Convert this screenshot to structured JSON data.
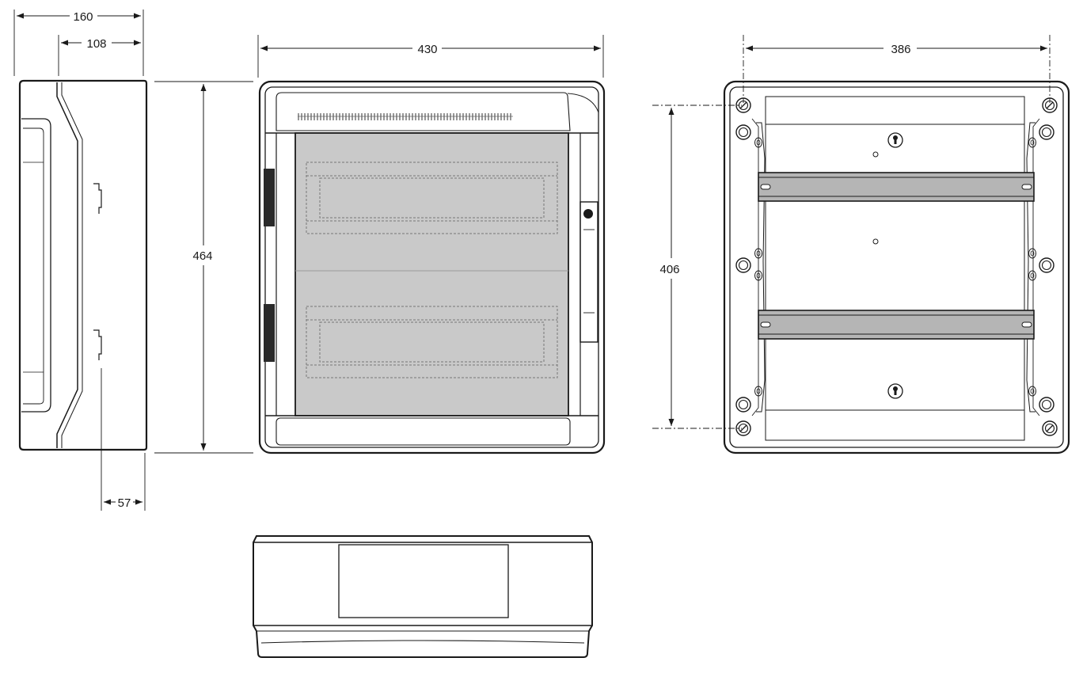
{
  "dimensions": {
    "side_depth": "160",
    "side_inner_depth": "108",
    "side_base_depth": "57",
    "front_width": "430",
    "front_height": "464",
    "back_mount_width": "386",
    "back_mount_height": "406"
  },
  "colors": {
    "line": "#1a1a1a",
    "window_tint": "#c9c9c9",
    "hinge": "#2a2a2a",
    "rail": "#b5b5b5"
  }
}
